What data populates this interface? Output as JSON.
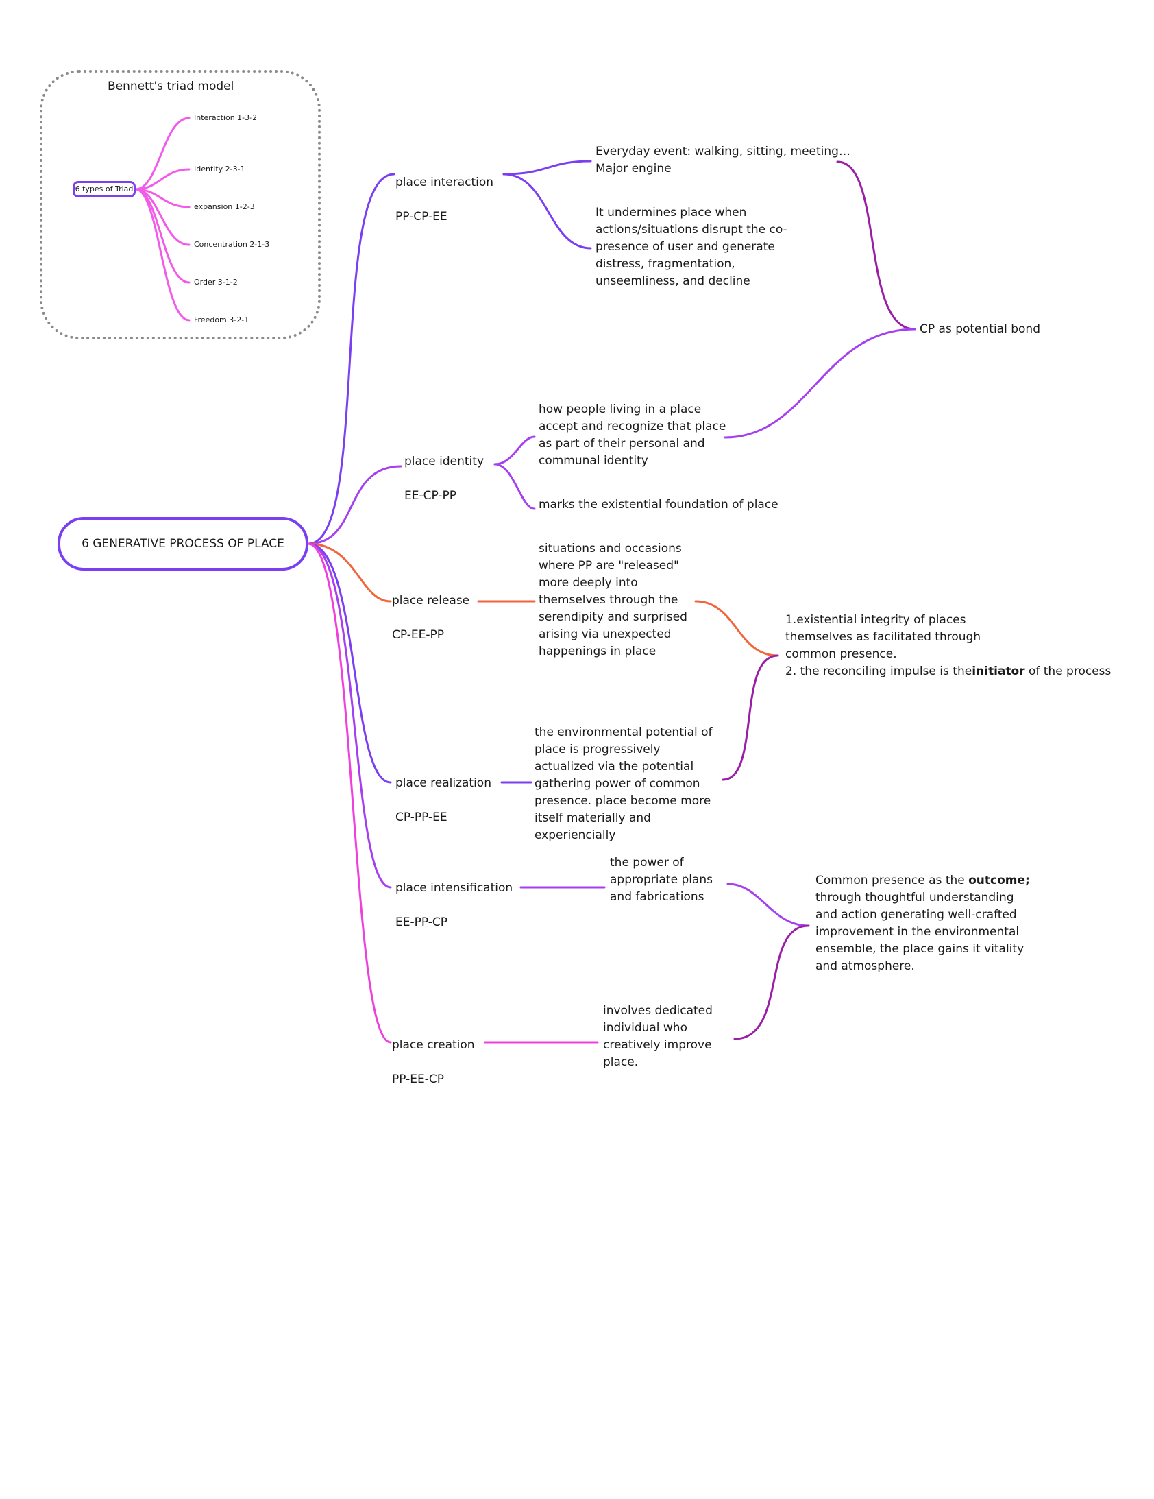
{
  "legend": {
    "title": "Bennett's triad model",
    "root": "6 types of Triad",
    "items": [
      "Interaction 1-3-2",
      "Identity 2-3-1",
      "expansion 1-2-3",
      "Concentration 2-1-3",
      "Order 3-1-2",
      "Freedom 3-2-1"
    ]
  },
  "root": {
    "label": "6 GENERATIVE PROCESS OF PLACE"
  },
  "processes": [
    {
      "name": "place interaction",
      "code": "PP-CP-EE"
    },
    {
      "name": "place identity",
      "code": "EE-CP-PP"
    },
    {
      "name": "place release",
      "code": "CP-EE-PP"
    },
    {
      "name": "place realization",
      "code": "CP-PP-EE"
    },
    {
      "name": "place intensification",
      "code": "EE-PP-CP"
    },
    {
      "name": "place creation",
      "code": "PP-EE-CP"
    }
  ],
  "details": {
    "interaction_1": "Everyday event: walking, sitting, meeting…\nMajor engine",
    "interaction_2": "It undermines place when\nactions/situations disrupt the co-\npresence of user and generate\ndistress, fragmentation,\nunseemliness, and decline",
    "identity_1": "how people  living in a place\naccept and recognize that place\nas part of their personal and\ncommunal identity",
    "identity_2": "marks the existential foundation of place",
    "release_1": "situations and occasions\nwhere PP are \"released\"\nmore deeply into\nthemselves through the\nserendipity and surprised\narising via unexpected\nhappenings in place",
    "realization_1": "the environmental potential of\nplace is progressively\nactualized via the potential\ngathering power of common\npresence. place become more\nitself materially and\nexperiencially",
    "intensification_1": "the power of\nappropriate plans\nand fabrications",
    "creation_1": "involves dedicated\nindividual who\ncreatively improve\nplace."
  },
  "summaries": {
    "cp_bond": "CP as potential bond",
    "integrity_a": "1.existential integrity of places\nthemselves as facilitated through\ncommon presence.\n2. the reconciling impulse is the",
    "integrity_bold": "initiator",
    "integrity_b": " of the process",
    "outcome_a": "Common presence as the ",
    "outcome_bold": "outcome;",
    "outcome_b": "\nthrough thoughtful understanding\nand action generating well-crafted\nimprovement in the environmental\nensemble, the place gains it vitality\nand atmosphere."
  },
  "colors": {
    "violet": "#7b3ff2",
    "purple": "#a53ff0",
    "orange": "#f2643a",
    "magenta": "#f040dc",
    "plum": "#9b1fa6",
    "pink": "#f25ae8",
    "border_gray": "#8a8a8a"
  }
}
